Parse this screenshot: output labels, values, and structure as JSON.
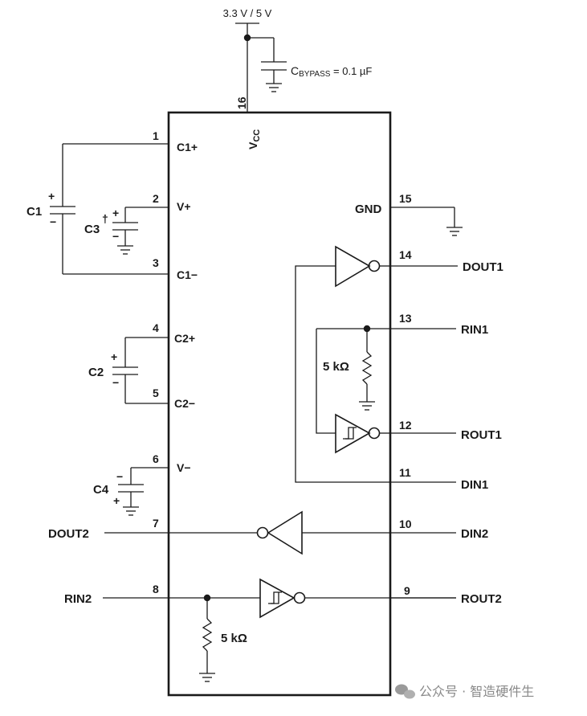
{
  "supply": {
    "voltage_label": "3.3 V / 5 V",
    "bypass_label": "C",
    "bypass_sub": "BYPASS",
    "bypass_value": " = 0.1 µF"
  },
  "chip": {
    "vcc_label": "V",
    "vcc_sub": "CC",
    "gnd_label": "GND"
  },
  "pins": {
    "p1": {
      "num": "1",
      "name": "C1+"
    },
    "p2": {
      "num": "2",
      "name": "V+"
    },
    "p3": {
      "num": "3",
      "name": "C1−"
    },
    "p4": {
      "num": "4",
      "name": "C2+"
    },
    "p5": {
      "num": "5",
      "name": "C2−"
    },
    "p6": {
      "num": "6",
      "name": "V−"
    },
    "p7": {
      "num": "7",
      "name": "DOUT2"
    },
    "p8": {
      "num": "8",
      "name": "RIN2"
    },
    "p9": {
      "num": "9",
      "name": "ROUT2"
    },
    "p10": {
      "num": "10",
      "name": "DIN2"
    },
    "p11": {
      "num": "11",
      "name": "DIN1"
    },
    "p12": {
      "num": "12",
      "name": "ROUT1"
    },
    "p13": {
      "num": "13",
      "name": "RIN1"
    },
    "p14": {
      "num": "14",
      "name": "DOUT1"
    },
    "p15": {
      "num": "15"
    },
    "p16": {
      "num": "16"
    }
  },
  "capacitors": {
    "c1": "C1",
    "c2": "C2",
    "c3": "C3",
    "c3_mark": "†",
    "c4": "C4",
    "plus": "+",
    "minus": "−"
  },
  "resistors": {
    "r1": "5 kΩ",
    "r2": "5 kΩ"
  },
  "watermark": {
    "text": "公众号 · 智造硬件生"
  }
}
